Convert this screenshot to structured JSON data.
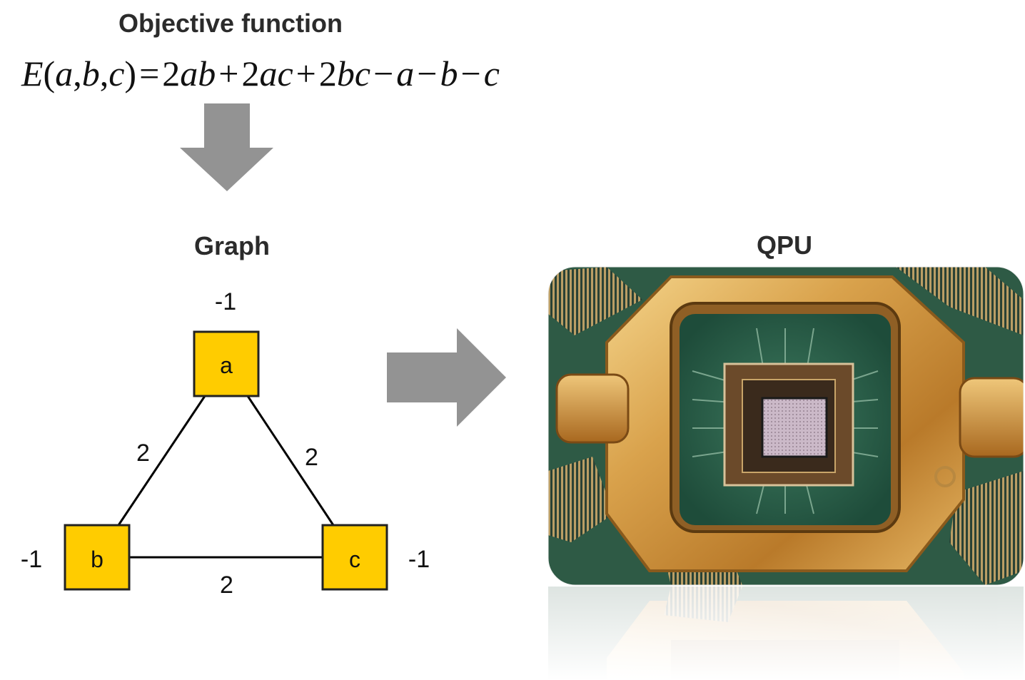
{
  "objective": {
    "title": "Objective function",
    "formula": {
      "lhs_name": "E",
      "lhs_open": "(",
      "lhs_args": [
        "a",
        "b",
        "c"
      ],
      "lhs_sep": ",",
      "lhs_close": ")",
      "eq": "=",
      "terms": [
        {
          "sign": "",
          "coef": "2",
          "vars": "ab"
        },
        {
          "sign": "+",
          "coef": "2",
          "vars": "ac"
        },
        {
          "sign": "+",
          "coef": "2",
          "vars": "bc"
        },
        {
          "sign": "−",
          "coef": "",
          "vars": "a"
        },
        {
          "sign": "−",
          "coef": "",
          "vars": "b"
        },
        {
          "sign": "−",
          "coef": "",
          "vars": "c"
        }
      ]
    }
  },
  "graph": {
    "title": "Graph",
    "nodes": [
      {
        "label": "a",
        "bias": "-1"
      },
      {
        "label": "b",
        "bias": "-1"
      },
      {
        "label": "c",
        "bias": "-1"
      }
    ],
    "edges": [
      {
        "from": "a",
        "to": "b",
        "weight": "2"
      },
      {
        "from": "a",
        "to": "c",
        "weight": "2"
      },
      {
        "from": "b",
        "to": "c",
        "weight": "2"
      }
    ],
    "node_color": "#ffcc00",
    "edge_color": "#000000"
  },
  "qpu": {
    "title": "QPU",
    "image_description_icon": "qpu-chip-photo"
  },
  "arrows": {
    "color": "#939393"
  }
}
